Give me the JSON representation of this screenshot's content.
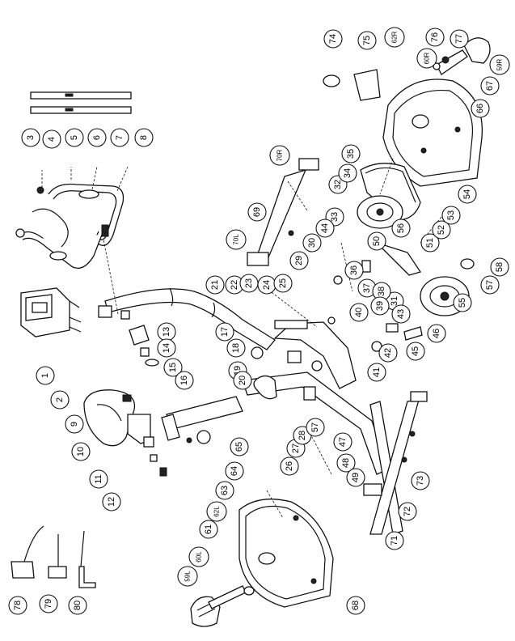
{
  "diagram": {
    "callouts": [
      {
        "id": "c1",
        "text": "1"
      },
      {
        "id": "c2",
        "text": "2"
      },
      {
        "id": "c3",
        "text": "3"
      },
      {
        "id": "c4",
        "text": "4"
      },
      {
        "id": "c5",
        "text": "5"
      },
      {
        "id": "c6",
        "text": "6"
      },
      {
        "id": "c7",
        "text": "7"
      },
      {
        "id": "c8",
        "text": "8"
      },
      {
        "id": "c9",
        "text": "9"
      },
      {
        "id": "c10",
        "text": "10"
      },
      {
        "id": "c11",
        "text": "11"
      },
      {
        "id": "c12",
        "text": "12"
      },
      {
        "id": "c13",
        "text": "13"
      },
      {
        "id": "c14",
        "text": "14"
      },
      {
        "id": "c15",
        "text": "15"
      },
      {
        "id": "c16",
        "text": "16"
      },
      {
        "id": "c17",
        "text": "17"
      },
      {
        "id": "c18",
        "text": "18"
      },
      {
        "id": "c19",
        "text": "19"
      },
      {
        "id": "c20",
        "text": "20"
      },
      {
        "id": "c21",
        "text": "21"
      },
      {
        "id": "c22",
        "text": "22"
      },
      {
        "id": "c23",
        "text": "23"
      },
      {
        "id": "c24",
        "text": "24"
      },
      {
        "id": "c25",
        "text": "25"
      },
      {
        "id": "c26",
        "text": "26"
      },
      {
        "id": "c27",
        "text": "27"
      },
      {
        "id": "c28",
        "text": "28"
      },
      {
        "id": "c29",
        "text": "29"
      },
      {
        "id": "c30",
        "text": "30"
      },
      {
        "id": "c31",
        "text": "31"
      },
      {
        "id": "c32",
        "text": "32"
      },
      {
        "id": "c33",
        "text": "33"
      },
      {
        "id": "c34",
        "text": "34"
      },
      {
        "id": "c35",
        "text": "35"
      },
      {
        "id": "c36",
        "text": "36"
      },
      {
        "id": "c37",
        "text": "37"
      },
      {
        "id": "c38",
        "text": "38"
      },
      {
        "id": "c39",
        "text": "39"
      },
      {
        "id": "c40",
        "text": "40"
      },
      {
        "id": "c41",
        "text": "41"
      },
      {
        "id": "c42",
        "text": "42"
      },
      {
        "id": "c43",
        "text": "43"
      },
      {
        "id": "c44",
        "text": "44"
      },
      {
        "id": "c45",
        "text": "45"
      },
      {
        "id": "c46",
        "text": "46"
      },
      {
        "id": "c47",
        "text": "47"
      },
      {
        "id": "c48",
        "text": "48"
      },
      {
        "id": "c49",
        "text": "49"
      },
      {
        "id": "c50",
        "text": "50"
      },
      {
        "id": "c51",
        "text": "51"
      },
      {
        "id": "c52",
        "text": "52"
      },
      {
        "id": "c53",
        "text": "53"
      },
      {
        "id": "c54",
        "text": "54"
      },
      {
        "id": "c55",
        "text": "55"
      },
      {
        "id": "c56",
        "text": "56"
      },
      {
        "id": "c57",
        "text": "57"
      },
      {
        "id": "c57b",
        "text": "57"
      },
      {
        "id": "c58",
        "text": "58"
      },
      {
        "id": "c59L",
        "text": "59L"
      },
      {
        "id": "c59R",
        "text": "59R"
      },
      {
        "id": "c60L",
        "text": "60L"
      },
      {
        "id": "c60R",
        "text": "60R"
      },
      {
        "id": "c61",
        "text": "61"
      },
      {
        "id": "c62L",
        "text": "62L"
      },
      {
        "id": "c62R",
        "text": "62R"
      },
      {
        "id": "c63",
        "text": "63"
      },
      {
        "id": "c64",
        "text": "64"
      },
      {
        "id": "c65",
        "text": "65"
      },
      {
        "id": "c66",
        "text": "66"
      },
      {
        "id": "c67",
        "text": "67"
      },
      {
        "id": "c68",
        "text": "68"
      },
      {
        "id": "c69",
        "text": "69"
      },
      {
        "id": "c70L",
        "text": "70L"
      },
      {
        "id": "c70R",
        "text": "70R"
      },
      {
        "id": "c71",
        "text": "71"
      },
      {
        "id": "c72",
        "text": "72"
      },
      {
        "id": "c73",
        "text": "73"
      },
      {
        "id": "c74",
        "text": "74"
      },
      {
        "id": "c75",
        "text": "75"
      },
      {
        "id": "c76",
        "text": "76"
      },
      {
        "id": "c77",
        "text": "77"
      },
      {
        "id": "c78",
        "text": "78"
      },
      {
        "id": "c79",
        "text": "79"
      },
      {
        "id": "c80",
        "text": "80"
      }
    ]
  }
}
